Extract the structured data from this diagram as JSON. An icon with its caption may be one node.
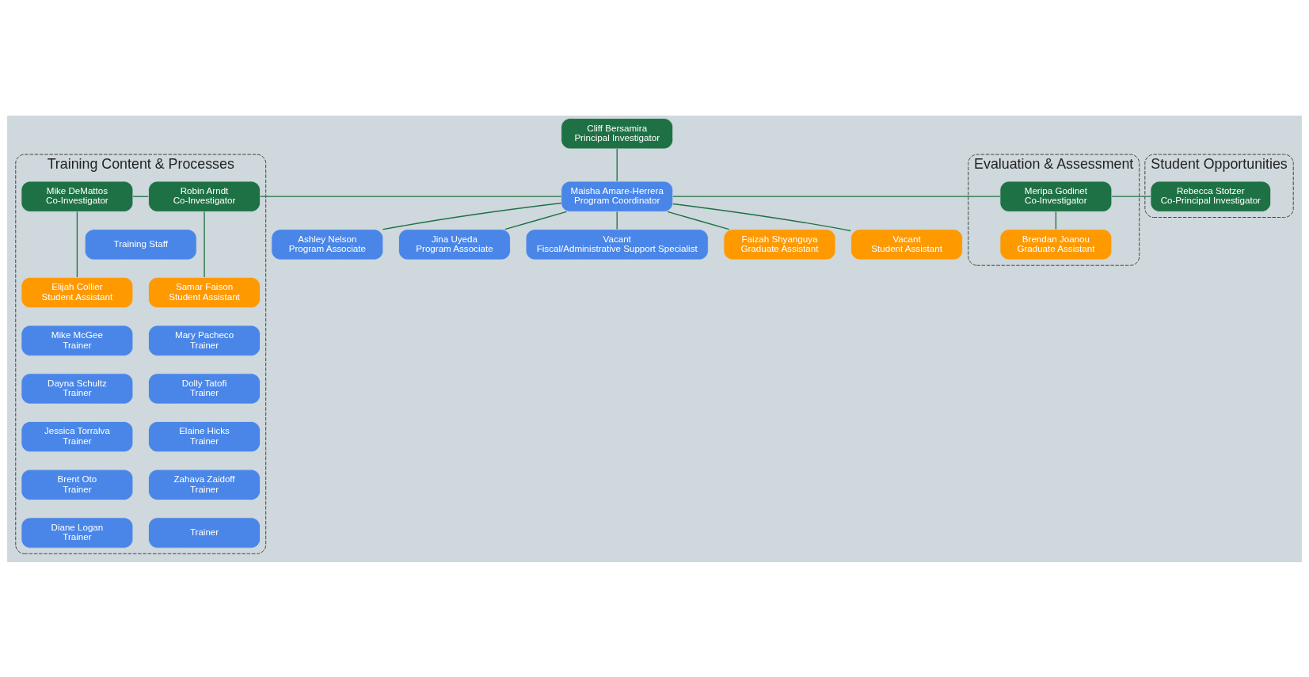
{
  "diagram": {
    "nodes": [
      {
        "text": [
          "Training Content & Processes"
        ]
      },
      {
        "text": [
          "Mike DeMattos",
          "Co-Investigator"
        ],
        "in": 0
      },
      {
        "text": [
          "Robin Arndt",
          "Co-Investigator"
        ],
        "in": 0
      },
      {
        "text": [
          "Training Staff"
        ],
        "in": 0
      },
      {
        "text": [
          "Elijah Collier",
          "Student Assistant"
        ],
        "in": 0
      },
      {
        "text": [
          "Samar Faison",
          "Student Assistant"
        ],
        "in": 0
      },
      {
        "text": [
          "Mike McGee",
          "Trainer"
        ],
        "in": 0
      },
      {
        "text": [
          "Mary Pacheco",
          "Trainer"
        ],
        "in": 0
      },
      {
        "text": [
          "Dayna Schultz",
          "Trainer"
        ],
        "in": 0
      },
      {
        "text": [
          "Dolly Tatofi",
          "Trainer"
        ],
        "in": 0
      },
      {
        "text": [
          "Jessica Torralva",
          "Trainer"
        ],
        "in": 0
      },
      {
        "text": [
          "Elaine Hicks",
          "Trainer"
        ],
        "in": 0
      },
      {
        "text": [
          "Brent Oto",
          "Trainer"
        ],
        "in": 0
      },
      {
        "text": [
          "Zahava Zaidoff",
          "Trainer"
        ],
        "in": 0
      },
      {
        "text": [
          "Diane Logan",
          "Trainer"
        ],
        "in": 0
      },
      {
        "text": [
          "Trainer"
        ],
        "in": 0
      },
      {
        "text": [
          "Cliff Bersamira",
          "Principal Investigator"
        ]
      },
      {
        "text": [
          "Maisha Amare-Herrera",
          "Program Coordinator"
        ]
      },
      {
        "text": [
          "Ashley Nelson",
          "Program Associate"
        ]
      },
      {
        "text": [
          "Jina Uyeda",
          "Program Associate"
        ]
      },
      {
        "text": [
          "Vacant",
          "Fiscal/Administrative Support Specialist"
        ]
      },
      {
        "text": [
          "Faizah Shyanguya",
          "Graduate Assistant"
        ]
      },
      {
        "text": [
          "Vacant",
          "Student Assistant"
        ]
      },
      {
        "text": [
          "Evaluation & Assessment"
        ]
      },
      {
        "text": [
          "Meripa Godinet",
          "Co-Investigator"
        ],
        "in": 23
      },
      {
        "text": [
          "Brendan Joanou",
          "Graduate Assistant"
        ],
        "in": 23
      },
      {
        "text": [
          "Student Opportunities"
        ]
      },
      {
        "text": [
          "Rebecca Stotzer",
          "Co-Principal Investigator"
        ],
        "in": 26
      }
    ],
    "edges": [
      {
        "from": 1,
        "to": 2,
        "arrow": "none"
      },
      {
        "from": 1,
        "to": 4,
        "arrow": "none"
      },
      {
        "from": 2,
        "to": 5,
        "arrow": "none"
      },
      {
        "from": 2,
        "to": 17,
        "arrow": "none"
      },
      {
        "from": 16,
        "to": 17,
        "arrow": "none"
      },
      {
        "from": 17,
        "to": 18,
        "arrow": "none"
      },
      {
        "from": 17,
        "to": 19,
        "arrow": "none"
      },
      {
        "from": 17,
        "to": 20,
        "arrow": "none"
      },
      {
        "from": 17,
        "to": 21,
        "arrow": "none"
      },
      {
        "from": 17,
        "to": 22,
        "arrow": "none"
      },
      {
        "from": 17,
        "to": 24,
        "arrow": "none"
      },
      {
        "from": 24,
        "to": 25,
        "arrow": "none"
      },
      {
        "from": 24,
        "to": 27,
        "arrow": "none"
      }
    ]
  }
}
